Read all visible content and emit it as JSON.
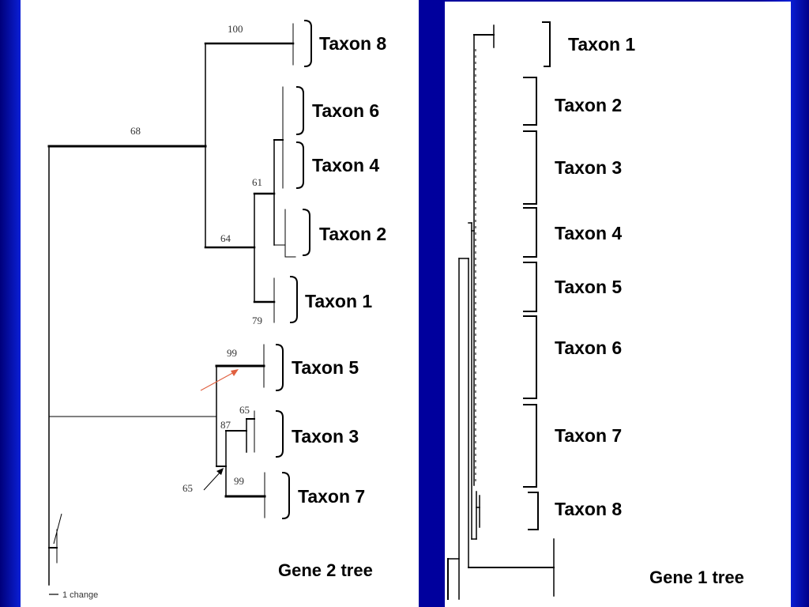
{
  "gene2_tree": {
    "caption": "Gene 2 tree",
    "scale_label": "1 change",
    "bootstrap_values": [
      "100",
      "68",
      "61",
      "64",
      "79",
      "99",
      "65",
      "87",
      "99",
      "65"
    ],
    "taxa": [
      "Taxon 8",
      "Taxon 6",
      "Taxon 4",
      "Taxon 2",
      "Taxon 1",
      "Taxon 5",
      "Taxon 3",
      "Taxon 7"
    ]
  },
  "gene1_tree": {
    "caption": "Gene 1 tree",
    "taxa": [
      "Taxon 1",
      "Taxon 2",
      "Taxon 3",
      "Taxon 4",
      "Taxon 5",
      "Taxon 6",
      "Taxon 7",
      "Taxon 8"
    ]
  },
  "colors": {
    "background": "#0000a0",
    "panel": "#ffffff",
    "annotation_arrow": "#e06040"
  }
}
